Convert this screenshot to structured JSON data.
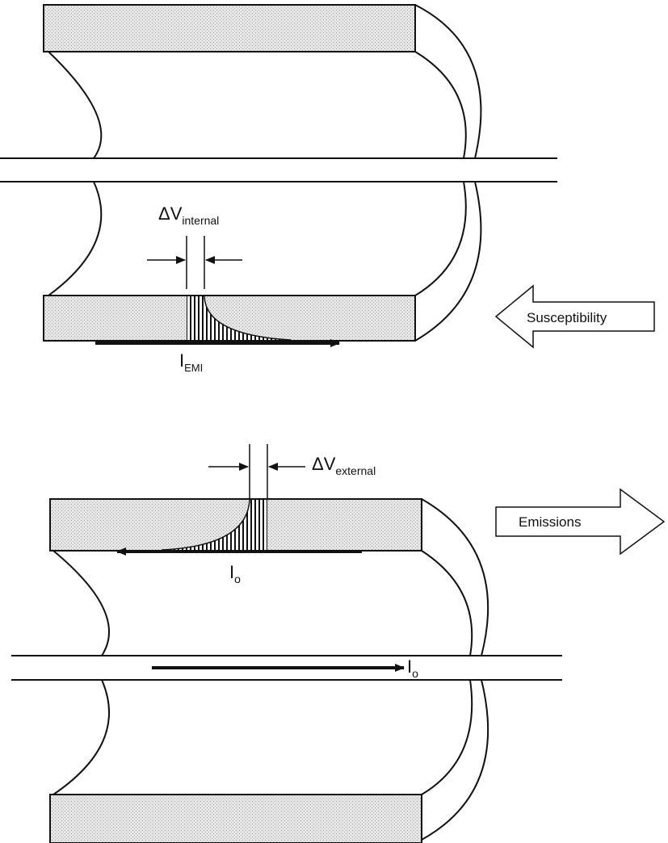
{
  "top_diagram": {
    "delta_v_symbol": "ΔV",
    "delta_v_subscript": "internal",
    "current_symbol": "I",
    "current_subscript": "EMI",
    "direction_label": "Susceptibility"
  },
  "bottom_diagram": {
    "delta_v_symbol": "ΔV",
    "delta_v_subscript": "external",
    "shield_current_symbol": "I",
    "shield_current_subscript": "o",
    "center_current_symbol": "I",
    "center_current_subscript": "o",
    "direction_label": "Emissions"
  }
}
